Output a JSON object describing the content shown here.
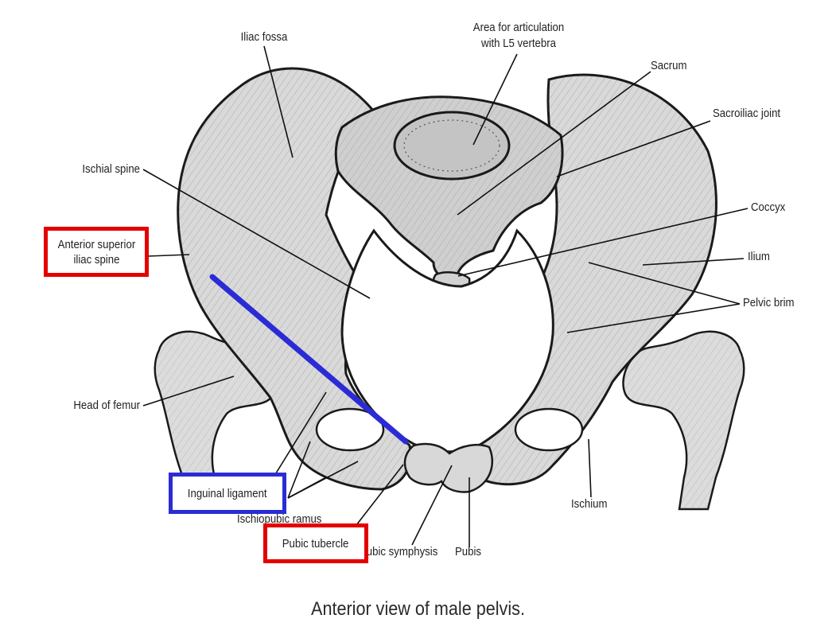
{
  "caption": "Anterior view of male pelvis.",
  "labels": {
    "iliac_fossa": "Iliac fossa",
    "area_l5_line1": "Area for articulation",
    "area_l5_line2": "with L5 vertebra",
    "sacrum": "Sacrum",
    "sacroiliac_joint": "Sacroiliac joint",
    "ischial_spine": "Ischial spine",
    "coccyx": "Coccyx",
    "ilium": "Ilium",
    "pelvic_brim": "Pelvic brim",
    "head_of_femur": "Head of femur",
    "ischiopubic_ramus": "Ischiopubic ramus",
    "pubic_symphysis": "Pubic symphysis",
    "pubis": "Pubis",
    "ischium": "Ischium"
  },
  "highlights": {
    "asis_line1": "Anterior superior",
    "asis_line2": "iliac spine",
    "inguinal_ligament": "Inguinal ligament",
    "pubic_tubercle": "Pubic tubercle"
  },
  "colors": {
    "red_box": "#e50000",
    "blue_box": "#2b2bd6",
    "bone_fill": "#d9d9d9",
    "bone_stroke": "#1a1a1a"
  }
}
